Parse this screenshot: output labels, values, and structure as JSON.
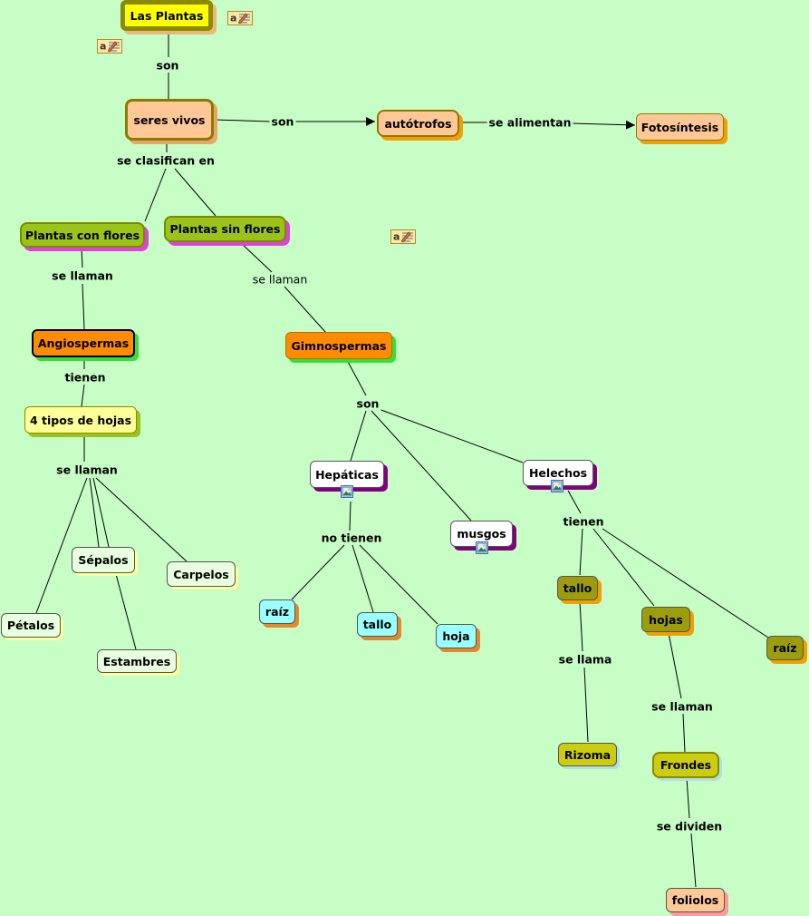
{
  "map": {
    "background": "#c6fec6",
    "nodes": {
      "las_plantas": "Las Plantas",
      "seres_vivos": "seres vivos",
      "autotrofos": "autótrofos",
      "fotosintesis": "Fotosíntesis",
      "plantas_con_flores": "Plantas con flores",
      "plantas_sin_flores": "Plantas sin flores",
      "angiospermas": "Angiospermas",
      "gimnospermas": "Gimnospermas",
      "cuatro_tipos_hojas": "4 tipos de hojas",
      "sepalos": "Sépalos",
      "carpelos": "Carpelos",
      "petalos": "Pétalos",
      "estambres": "Estambres",
      "hepaticas": "Hepáticas",
      "musgos": "musgos",
      "helechos": "Helechos",
      "raiz_hep": "raíz",
      "tallo_hep": "tallo",
      "hoja_hep": "hoja",
      "tallo_hel": "tallo",
      "hojas_hel": "hojas",
      "raiz_hel": "raíz",
      "rizoma": "Rizoma",
      "frondes": "Frondes",
      "foliolos": "foliolos"
    },
    "links": {
      "son_1": "son",
      "son_2": "son",
      "se_alimentan": "se alimentan",
      "se_clasifican_en": "se clasifican en",
      "se_llaman_1": "se llaman",
      "se_llaman_2": "se llaman",
      "tienen_1": "tienen",
      "se_llaman_3": "se llaman",
      "son_3": "son",
      "no_tienen": "no tienen",
      "tienen_2": "tienen",
      "se_llama": "se llama",
      "se_llaman_4": "se llaman",
      "se_dividen": "se dividen"
    },
    "annotation_icon_letter": "a"
  }
}
